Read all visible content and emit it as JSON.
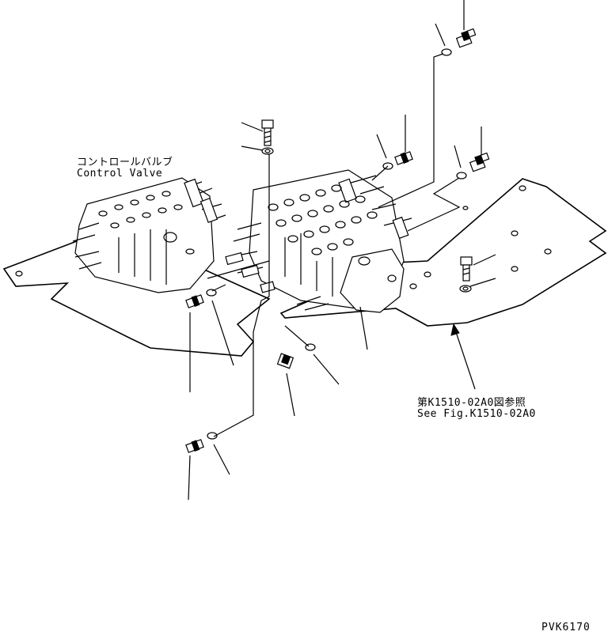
{
  "labels": {
    "control_valve_jp": "コントロールバルブ",
    "control_valve_en": "Control Valve",
    "reference_jp": "第K1510-02A0図参照",
    "reference_en": "See Fig.K1510-02A0",
    "drawing_code": "PVK6170"
  }
}
